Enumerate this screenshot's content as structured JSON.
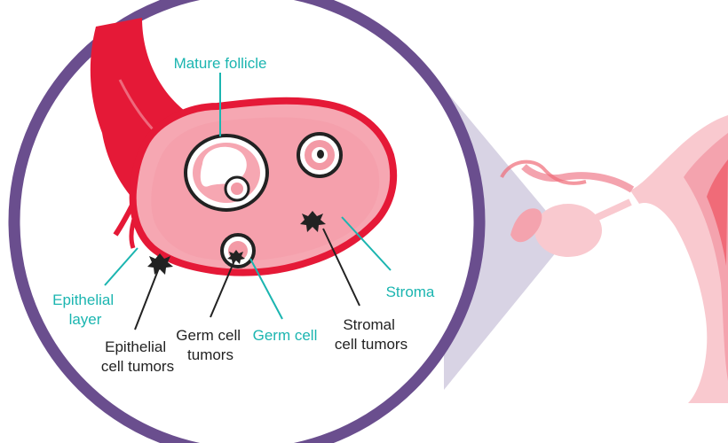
{
  "labels": {
    "mature_follicle": "Mature follicle",
    "stroma": "Stroma",
    "epithelial_layer": [
      "Epithelial",
      "layer"
    ],
    "epithelial_tumors": [
      "Epithelial",
      "cell tumors"
    ],
    "germ_cell_tumors": [
      "Germ cell",
      "tumors"
    ],
    "germ_cell": "Germ cell",
    "stromal_tumors": [
      "Stromal",
      "cell tumors"
    ]
  },
  "colors": {
    "teal_label": "#1bb5b0",
    "dark_label": "#222222",
    "magnifier_ring": "#6a4e8e",
    "ovary_fill": "#f6a7b2",
    "ovary_outline": "#e51937",
    "uterus_light": "#f9c9cf",
    "uterus_mid": "#f4a3ae",
    "uterus_dark": "#f06b78"
  },
  "icons": {
    "tumor": "star-burst-icon"
  }
}
